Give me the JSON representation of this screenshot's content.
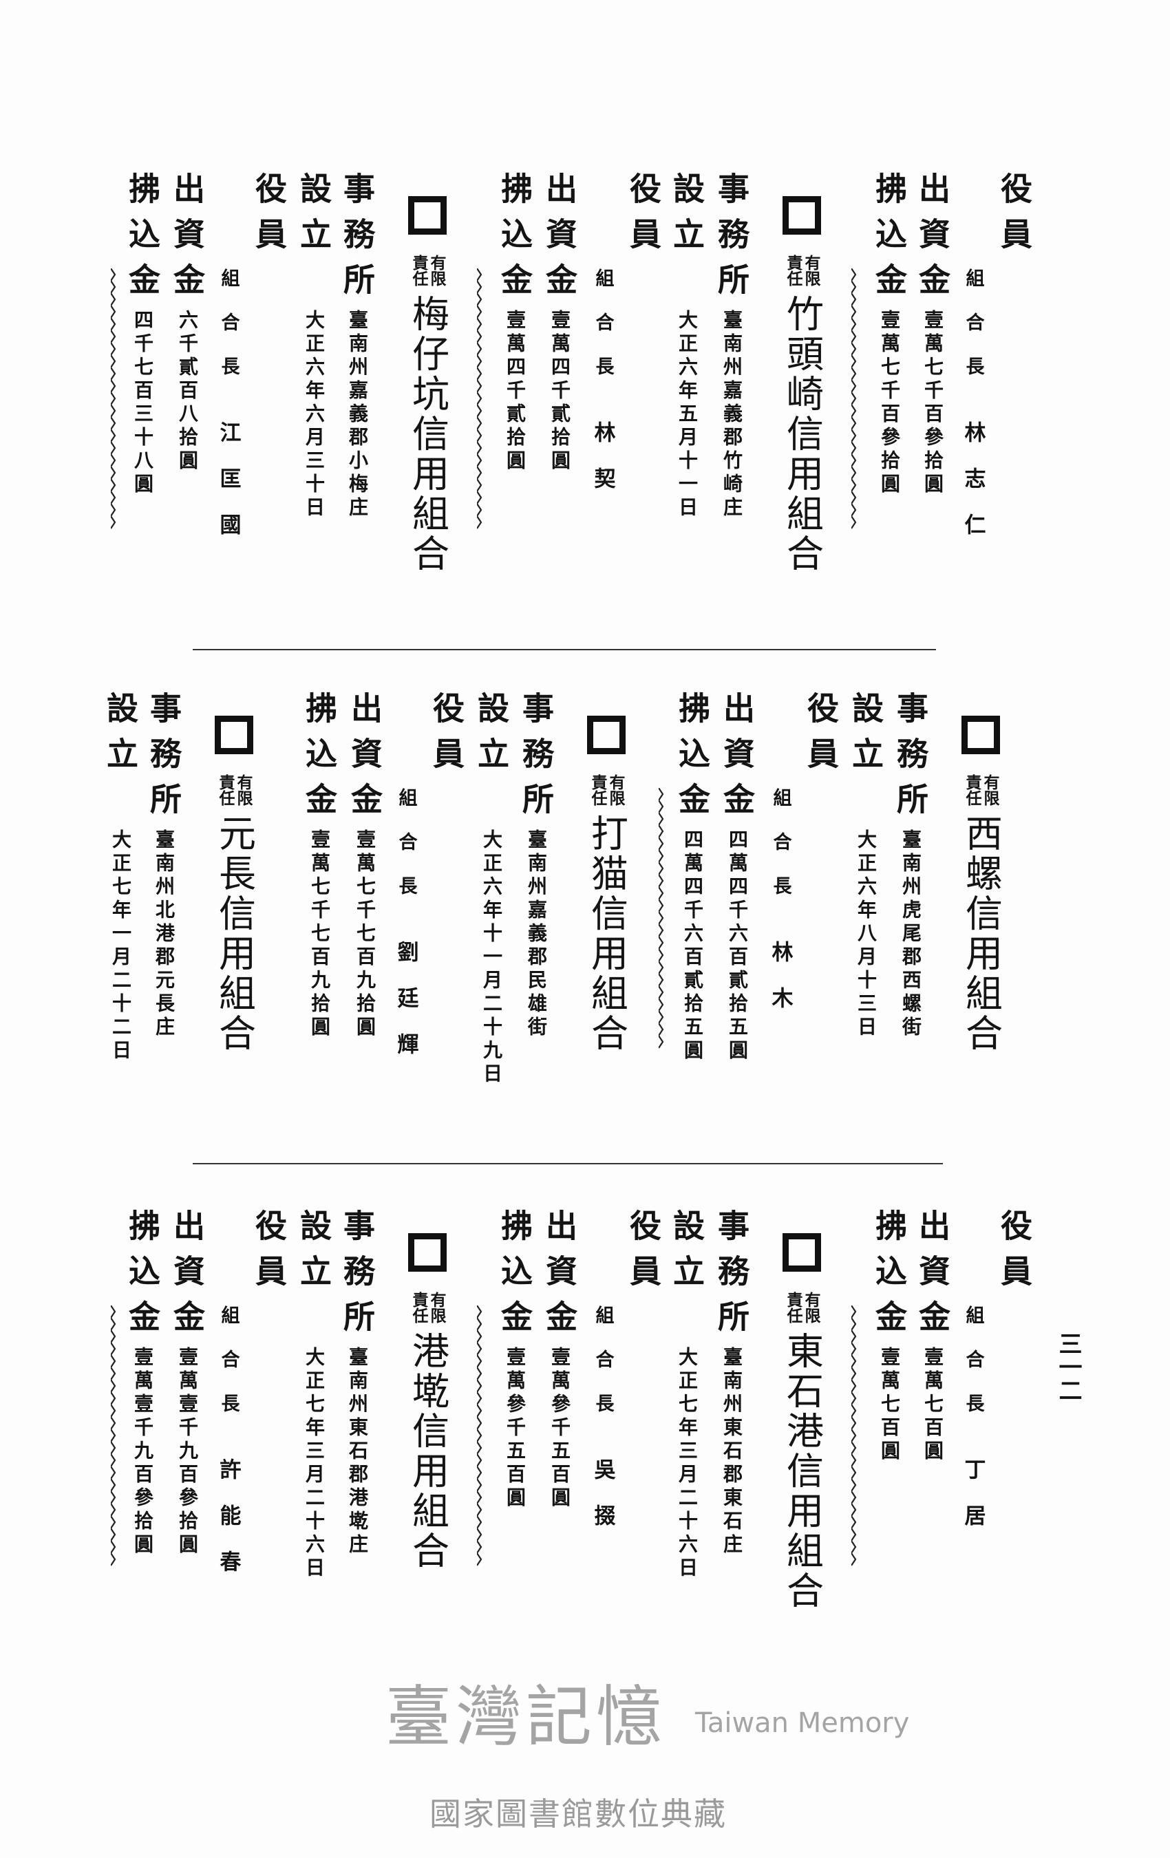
{
  "labels": {
    "officers": "役員",
    "capital": "出資金",
    "paid": "拂込金",
    "office": "事務所",
    "established": "設立",
    "liability": "有限責任",
    "chairman": "組合長"
  },
  "entries": [
    {
      "title": null,
      "chairman_name": "林志仁",
      "capital": "壹萬七千百參拾圓",
      "paid": "壹萬七千百參拾圓"
    },
    {
      "title": "竹頭崎信用組合",
      "office": "臺南州嘉義郡竹崎庄",
      "established": "大正六年五月十一日",
      "chairman_name": "林契",
      "capital": "壹萬四千貳拾圓",
      "paid": "壹萬四千貳拾圓"
    },
    {
      "title": "梅仔坑信用組合",
      "office": "臺南州嘉義郡小梅庄",
      "established": "大正六年六月三十日",
      "chairman_name": "江匡國",
      "capital": "六千貳百八拾圓",
      "paid": "四千七百三十八圓"
    },
    {
      "title": "西螺信用組合",
      "office": "臺南州虎尾郡西螺街",
      "established": "大正六年八月十三日",
      "chairman_name": "林木",
      "capital": "四萬四千六百貳拾五圓",
      "paid": "四萬四千六百貳拾五圓"
    },
    {
      "title": "打猫信用組合",
      "office": "臺南州嘉義郡民雄街",
      "established": "大正六年十一月二十九日",
      "chairman_name": "劉廷輝",
      "capital": "壹萬七千七百九拾圓",
      "paid": "壹萬七千七百九拾圓"
    },
    {
      "title": "元長信用組合",
      "office": "臺南州北港郡元長庄",
      "established": "大正七年一月二十二日"
    },
    {
      "title": null,
      "chairman_name": "丁居",
      "capital": "壹萬七百圓",
      "paid": "壹萬七百圓"
    },
    {
      "title": "東石港信用組合",
      "office": "臺南州東石郡東石庄",
      "established": "大正七年三月二十六日",
      "chairman_name": "吳掇",
      "capital": "壹萬參千五百圓",
      "paid": "壹萬參千五百圓"
    },
    {
      "title": "港墘信用組合",
      "office": "臺南州東石郡港墘庄",
      "established": "大正七年三月二十六日",
      "chairman_name": "許能春",
      "capital": "壹萬壹千九百參拾圓",
      "paid": "壹萬壹千九百參拾圓"
    }
  ],
  "page_number": "三一二",
  "watermark": {
    "chinese": "臺灣記憶",
    "english": "Taiwan Memory"
  },
  "footer": "國家圖書館數位典藏"
}
